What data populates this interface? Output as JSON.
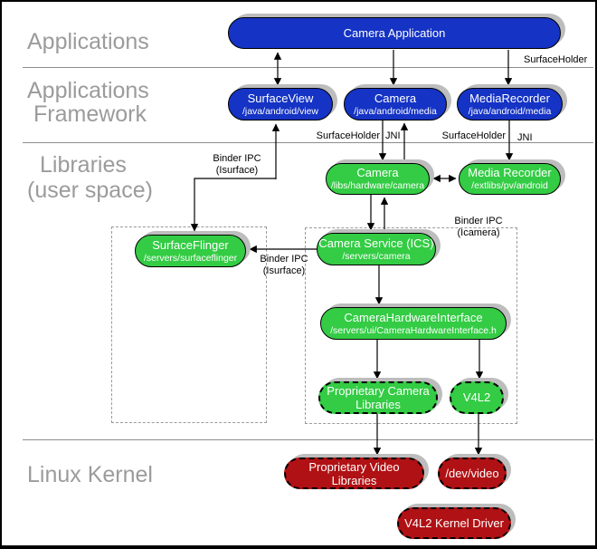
{
  "sections": {
    "applications": "Applications",
    "framework_line1": "Applications",
    "framework_line2": "Framework",
    "libraries_line1": "Libraries",
    "libraries_line2": "(user space)",
    "kernel": "Linux Kernel"
  },
  "nodes": {
    "camera_application": {
      "title": "Camera Application"
    },
    "surfaceview": {
      "title": "SurfaceView",
      "subtitle": "/java/android/view"
    },
    "camera_java": {
      "title": "Camera",
      "subtitle": "/java/android/media"
    },
    "mediarecorder_java": {
      "title": "MediaRecorder",
      "subtitle": "/java/android/media"
    },
    "camera_lib": {
      "title": "Camera",
      "subtitle": "/libs/hardware/camera"
    },
    "media_recorder_lib": {
      "title": "Media Recorder",
      "subtitle": "/extlibs/pv/android"
    },
    "surfaceflinger": {
      "title": "SurfaceFlinger",
      "subtitle": "/servers/surfaceflinger"
    },
    "camera_service": {
      "title": "Camera Service (ICS)",
      "subtitle": "/servers/camera"
    },
    "camera_hardware_interface": {
      "title": "CameraHardwareInterface",
      "subtitle": "/servers/ui/CameraHardwareInterface.h"
    },
    "proprietary_camera_libraries": {
      "title": "Proprietary Camera Libraries"
    },
    "v4l2": {
      "title": "V4L2"
    },
    "proprietary_video_libraries": {
      "title": "Proprietary Video Libraries"
    },
    "dev_video": {
      "title": "/dev/video"
    },
    "v4l2_kernel_driver": {
      "title": "V4L2 Kernel Driver"
    }
  },
  "labels": {
    "surfaceholder_top": "SurfaceHolder",
    "surfaceholder_camera": "SurfaceHolder",
    "jni_camera": "JNI",
    "surfaceholder_mediarecorder": "SurfaceHolder",
    "jni_mediarecorder": "JNI",
    "binder_isurface_upper_1": "Binder IPC",
    "binder_isurface_upper_2": "(Isurface)",
    "binder_isurface_lower_1": "Binder IPC",
    "binder_isurface_lower_2": "(Isurface)",
    "binder_icamera_1": "Binder IPC",
    "binder_icamera_2": "(Icamera)"
  },
  "colors": {
    "blue": "#1533c4",
    "green": "#33cc44",
    "red": "#b01114",
    "shadow": "#bdbdbd",
    "section_label": "#9b9b9b",
    "divider": "#8c8c8c"
  }
}
